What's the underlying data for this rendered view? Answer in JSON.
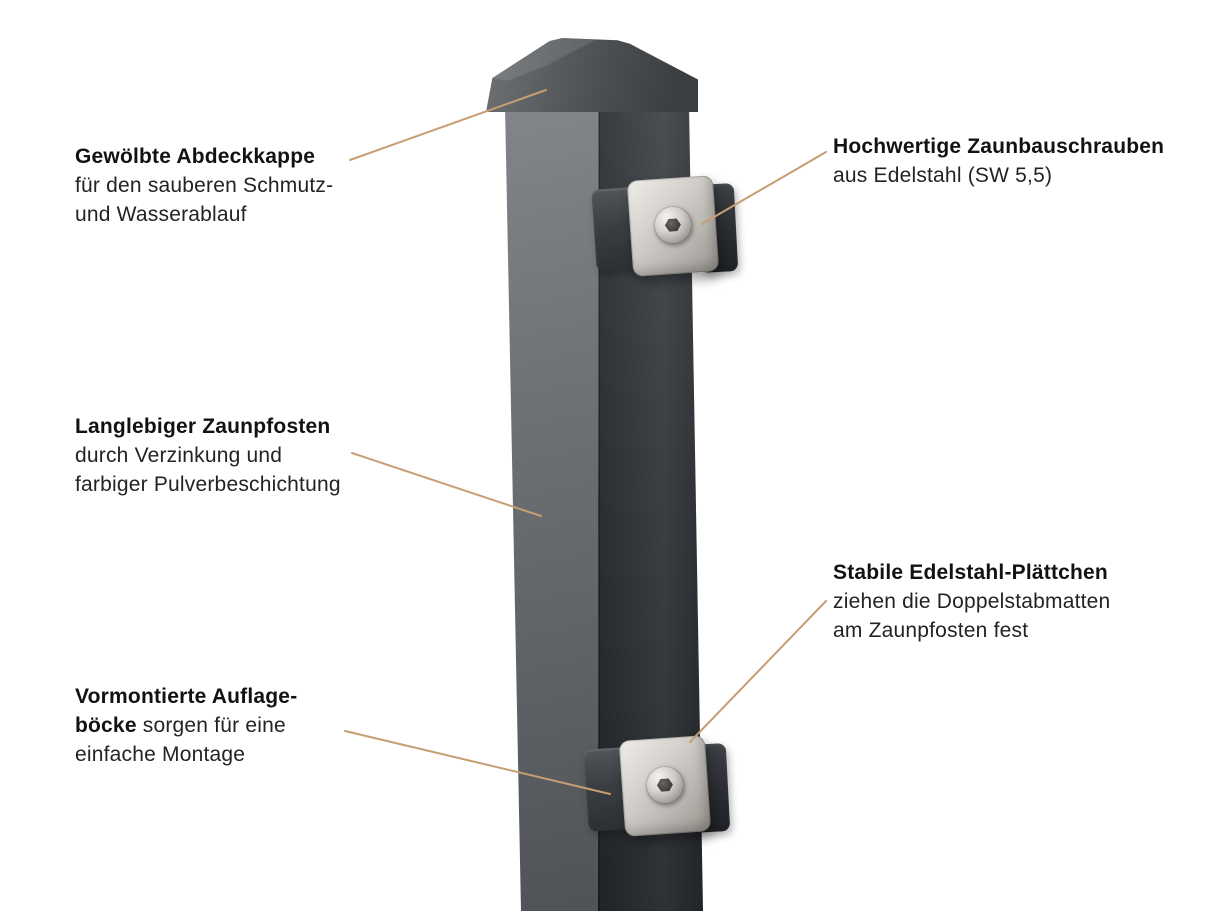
{
  "labels": {
    "cap": {
      "bold": "Gewölbte Abdeckkappe",
      "line2": "für den sauberen Schmutz-",
      "line3": "und Wasserablauf"
    },
    "screws": {
      "bold": "Hochwertige Zaunbauschrauben",
      "line2": "aus Edelstahl (SW 5,5)"
    },
    "post": {
      "bold": "Langlebiger Zaunpfosten",
      "line2": "durch Verzinkung und",
      "line3": "farbiger Pulverbeschichtung"
    },
    "plates": {
      "bold": "Stabile Edelstahl-Plättchen",
      "line2": "ziehen die Doppelstabmatten",
      "line3": "am Zaunpfosten fest"
    },
    "brackets": {
      "bold1": "Vormontierte Auflage-",
      "bold2": "böcke",
      "rest1": " sorgen für eine",
      "line3": "einfache Montage"
    }
  },
  "colors": {
    "leader_line": "#c79d72",
    "post_anthracite": "#34383c",
    "steel_plate": "#c8c5c0",
    "background": "#ffffff"
  }
}
